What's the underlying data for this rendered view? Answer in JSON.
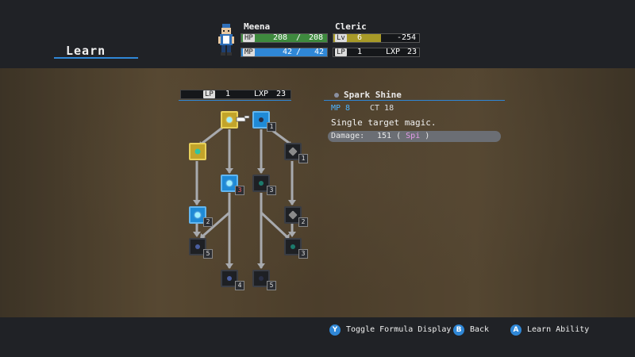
{
  "screen": {
    "title": "Learn"
  },
  "character": {
    "name": "Meena",
    "job": "Cleric",
    "hp_label": "HP",
    "hp_current": "208",
    "hp_sep": "/",
    "hp_max": "208",
    "mp_label": "MP",
    "mp_current": "42",
    "mp_sep": "/",
    "mp_max": "42",
    "lv_label": "Lv",
    "lv_value": "6",
    "exp_value": "-254",
    "lp_label": "LP",
    "lp_value": "1",
    "lxp_label": "LXP",
    "lxp_value": "23",
    "hp_fraction": 1.0,
    "mp_fraction": 1.0,
    "colors": {
      "hp": "#3e8a3e",
      "mp": "#2f87d6",
      "lv": "#a89a28",
      "accent": "#2f87d6"
    }
  },
  "tree_header": {
    "lp_label": "LP",
    "lp_value": "1",
    "lxp_label": "LXP",
    "lxp_value": "23"
  },
  "ability": {
    "icon": "orb-icon",
    "name": "Spark Shine",
    "mp_text": "MP 8",
    "ct_text": "CT 18",
    "description": "Single target magic.",
    "damage_label": "Damage:",
    "damage_value": "151",
    "damage_open": "(",
    "damage_attr": "Spi",
    "damage_close": ")"
  },
  "nodes": {
    "n1": {
      "cost": ""
    },
    "n2": {
      "cost": "1"
    },
    "n3": {
      "cost": ""
    },
    "n4": {
      "cost": "1"
    },
    "n5": {
      "cost": "3"
    },
    "n6": {
      "cost": "3"
    },
    "n7": {
      "cost": "2"
    },
    "n8": {
      "cost": "2"
    },
    "n9": {
      "cost": "5"
    },
    "n10": {
      "cost": "3"
    },
    "n11": {
      "cost": "4"
    },
    "n12": {
      "cost": "5"
    }
  },
  "prompts": {
    "toggle_button": "Y",
    "toggle_label": "Toggle Formula Display",
    "back_button": "B",
    "back_label": "Back",
    "learn_button": "A",
    "learn_label": "Learn Ability"
  }
}
